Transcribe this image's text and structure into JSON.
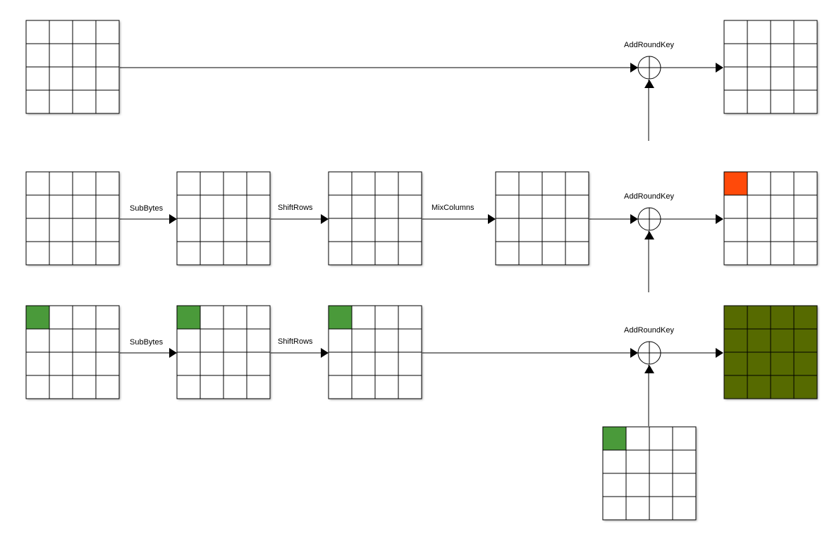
{
  "labels": {
    "sub_bytes": "SubBytes",
    "shift_rows": "ShiftRows",
    "mix_columns": "MixColumns",
    "add_round_key": "AddRoundKey"
  },
  "colors": {
    "highlight_green": "#4a9a3a",
    "highlight_orange": "#ff4a0a",
    "olive_fill": "#566b00",
    "cell_white": "#ffffff",
    "line": "#000000"
  },
  "icons": {
    "xor": "xor-circle-plus-icon",
    "arrow": "arrowhead-icon"
  },
  "grid_size": 4
}
